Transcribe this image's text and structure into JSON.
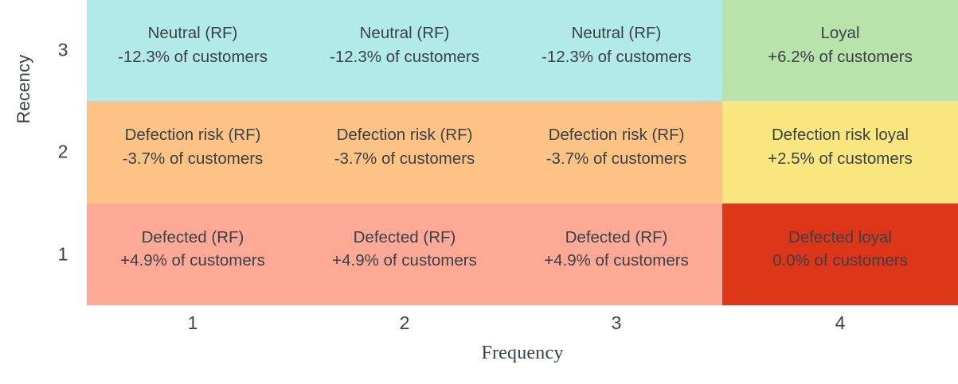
{
  "chart_data": {
    "type": "heatmap",
    "title": "",
    "xlabel": "Frequency",
    "ylabel": "Recency",
    "x_categories": [
      "1",
      "2",
      "3",
      "4"
    ],
    "y_categories": [
      "3",
      "2",
      "1"
    ],
    "grid": false,
    "legend": "none",
    "colors": {
      "neutral": "#b2e9e9",
      "loyal": "#b8e3aa",
      "defection_risk": "#fcc385",
      "defection_risk_loyal": "#fbe77f",
      "defected": "#fcaa96",
      "defected_loyal": "#dd3518",
      "text": "#3a4149",
      "background": "#ffffff"
    },
    "rows": [
      {
        "recency": "3",
        "cells": [
          {
            "frequency": "1",
            "label": "Neutral (RF)",
            "value": "-12.3% of customers",
            "pct": -12.3,
            "color": "#b2e9e9",
            "dark": false
          },
          {
            "frequency": "2",
            "label": "Neutral (RF)",
            "value": "-12.3% of customers",
            "pct": -12.3,
            "color": "#b2e9e9",
            "dark": false
          },
          {
            "frequency": "3",
            "label": "Neutral (RF)",
            "value": "-12.3% of customers",
            "pct": -12.3,
            "color": "#b2e9e9",
            "dark": false
          },
          {
            "frequency": "4",
            "label": "Loyal",
            "value": "+6.2% of customers",
            "pct": 6.2,
            "color": "#b8e3aa",
            "dark": false
          }
        ]
      },
      {
        "recency": "2",
        "cells": [
          {
            "frequency": "1",
            "label": "Defection risk (RF)",
            "value": "-3.7% of customers",
            "pct": -3.7,
            "color": "#fcc385",
            "dark": false
          },
          {
            "frequency": "2",
            "label": "Defection risk (RF)",
            "value": "-3.7% of customers",
            "pct": -3.7,
            "color": "#fcc385",
            "dark": false
          },
          {
            "frequency": "3",
            "label": "Defection risk (RF)",
            "value": "-3.7% of customers",
            "pct": -3.7,
            "color": "#fcc385",
            "dark": false
          },
          {
            "frequency": "4",
            "label": "Defection risk loyal",
            "value": "+2.5% of customers",
            "pct": 2.5,
            "color": "#fbe77f",
            "dark": false
          }
        ]
      },
      {
        "recency": "1",
        "cells": [
          {
            "frequency": "1",
            "label": "Defected (RF)",
            "value": "+4.9% of customers",
            "pct": 4.9,
            "color": "#fcaa96",
            "dark": false
          },
          {
            "frequency": "2",
            "label": "Defected (RF)",
            "value": "+4.9% of customers",
            "pct": 4.9,
            "color": "#fcaa96",
            "dark": false
          },
          {
            "frequency": "3",
            "label": "Defected (RF)",
            "value": "+4.9% of customers",
            "pct": 4.9,
            "color": "#fcaa96",
            "dark": false
          },
          {
            "frequency": "4",
            "label": "Defected loyal",
            "value": "0.0% of customers",
            "pct": 0.0,
            "color": "#dd3518",
            "dark": true
          }
        ]
      }
    ]
  }
}
